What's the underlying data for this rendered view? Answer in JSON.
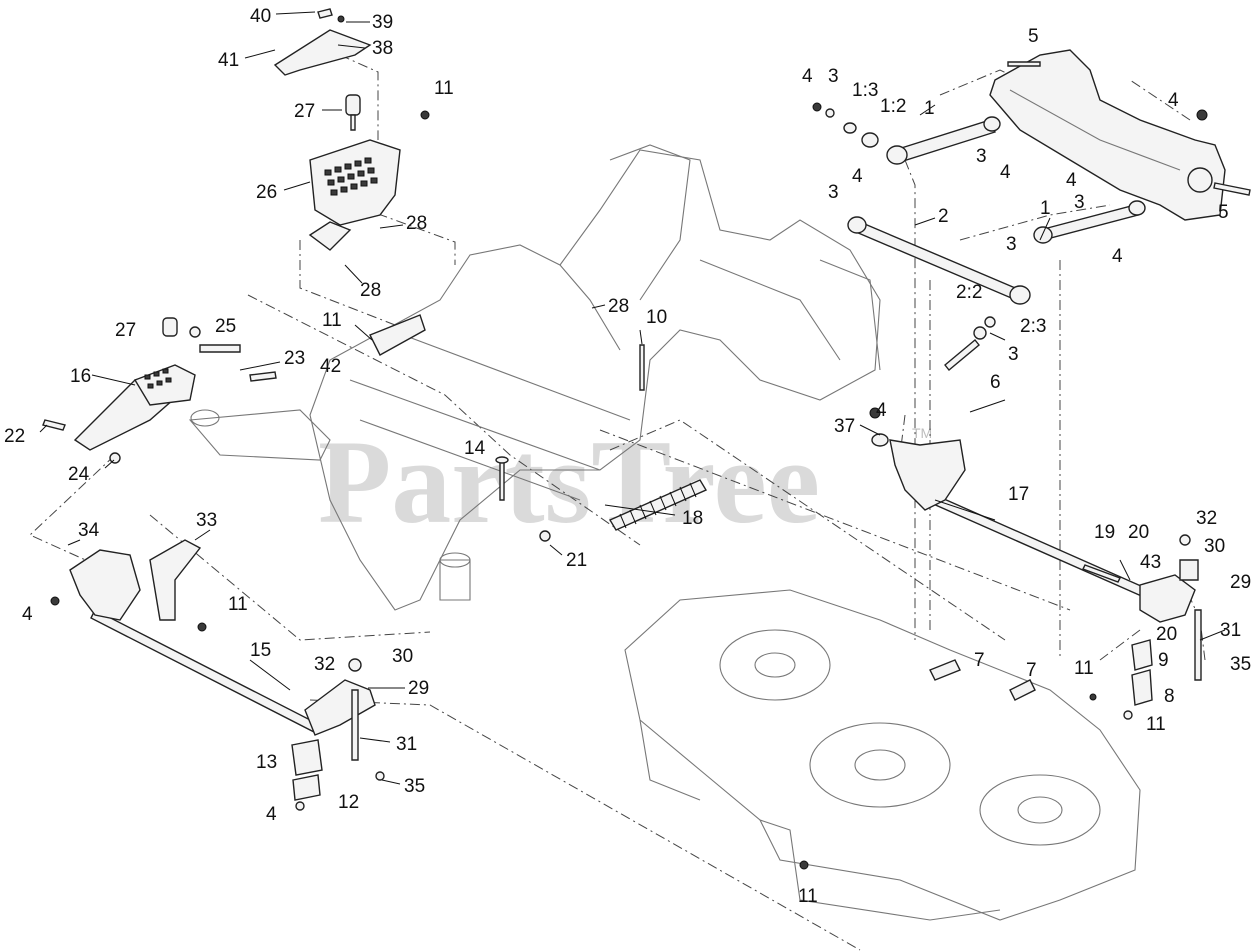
{
  "watermark": {
    "text": "PartsTree",
    "trademark": "TM"
  },
  "callouts": [
    {
      "id": "c40a",
      "text": "40"
    },
    {
      "id": "c39",
      "text": "39"
    },
    {
      "id": "c38",
      "text": "38"
    },
    {
      "id": "c41",
      "text": "41"
    },
    {
      "id": "c27a",
      "text": "27"
    },
    {
      "id": "c11a",
      "text": "11"
    },
    {
      "id": "c26",
      "text": "26"
    },
    {
      "id": "c28a",
      "text": "28"
    },
    {
      "id": "c28b",
      "text": "28"
    },
    {
      "id": "c28c",
      "text": "28"
    },
    {
      "id": "c27b",
      "text": "27"
    },
    {
      "id": "c25",
      "text": "25"
    },
    {
      "id": "c11b",
      "text": "11"
    },
    {
      "id": "c42",
      "text": "42"
    },
    {
      "id": "c16",
      "text": "16"
    },
    {
      "id": "c23",
      "text": "23"
    },
    {
      "id": "c22",
      "text": "22"
    },
    {
      "id": "c24",
      "text": "24"
    },
    {
      "id": "c10",
      "text": "10"
    },
    {
      "id": "c14",
      "text": "14"
    },
    {
      "id": "c18",
      "text": "18"
    },
    {
      "id": "c21",
      "text": "21"
    },
    {
      "id": "c34",
      "text": "34"
    },
    {
      "id": "c33",
      "text": "33"
    },
    {
      "id": "c4a",
      "text": "4"
    },
    {
      "id": "c11c",
      "text": "11"
    },
    {
      "id": "c15",
      "text": "15"
    },
    {
      "id": "c32a",
      "text": "32"
    },
    {
      "id": "c30a",
      "text": "30"
    },
    {
      "id": "c29a",
      "text": "29"
    },
    {
      "id": "c31a",
      "text": "31"
    },
    {
      "id": "c13",
      "text": "13"
    },
    {
      "id": "c12",
      "text": "12"
    },
    {
      "id": "c35a",
      "text": "35"
    },
    {
      "id": "c4b",
      "text": "4"
    },
    {
      "id": "c5a",
      "text": "5"
    },
    {
      "id": "c4c",
      "text": "4"
    },
    {
      "id": "c3a",
      "text": "3"
    },
    {
      "id": "c13r",
      "text": "1:3"
    },
    {
      "id": "c12r",
      "text": "1:2"
    },
    {
      "id": "c1a",
      "text": "1"
    },
    {
      "id": "c3b",
      "text": "3"
    },
    {
      "id": "c4d",
      "text": "4"
    },
    {
      "id": "c4e",
      "text": "4"
    },
    {
      "id": "c3c",
      "text": "3"
    },
    {
      "id": "c4f",
      "text": "4"
    },
    {
      "id": "c4g",
      "text": "4"
    },
    {
      "id": "c3d",
      "text": "3"
    },
    {
      "id": "c1b",
      "text": "1"
    },
    {
      "id": "c5b",
      "text": "5"
    },
    {
      "id": "c2",
      "text": "2"
    },
    {
      "id": "c3e",
      "text": "3"
    },
    {
      "id": "c4h",
      "text": "4"
    },
    {
      "id": "c22r",
      "text": "2:2"
    },
    {
      "id": "c23r",
      "text": "2:3"
    },
    {
      "id": "c3f",
      "text": "3"
    },
    {
      "id": "c6",
      "text": "6"
    },
    {
      "id": "c4i",
      "text": "4"
    },
    {
      "id": "c37",
      "text": "37"
    },
    {
      "id": "c17",
      "text": "17"
    },
    {
      "id": "c19",
      "text": "19"
    },
    {
      "id": "c20a",
      "text": "20"
    },
    {
      "id": "c32b",
      "text": "32"
    },
    {
      "id": "c30b",
      "text": "30"
    },
    {
      "id": "c43",
      "text": "43"
    },
    {
      "id": "c29b",
      "text": "29"
    },
    {
      "id": "c20b",
      "text": "20"
    },
    {
      "id": "c31b",
      "text": "31"
    },
    {
      "id": "c9",
      "text": "9"
    },
    {
      "id": "c35b",
      "text": "35"
    },
    {
      "id": "c8",
      "text": "8"
    },
    {
      "id": "c11d",
      "text": "11"
    },
    {
      "id": "c11e",
      "text": "11"
    },
    {
      "id": "c7a",
      "text": "7"
    },
    {
      "id": "c7b",
      "text": "7"
    },
    {
      "id": "c11f",
      "text": "11"
    }
  ]
}
